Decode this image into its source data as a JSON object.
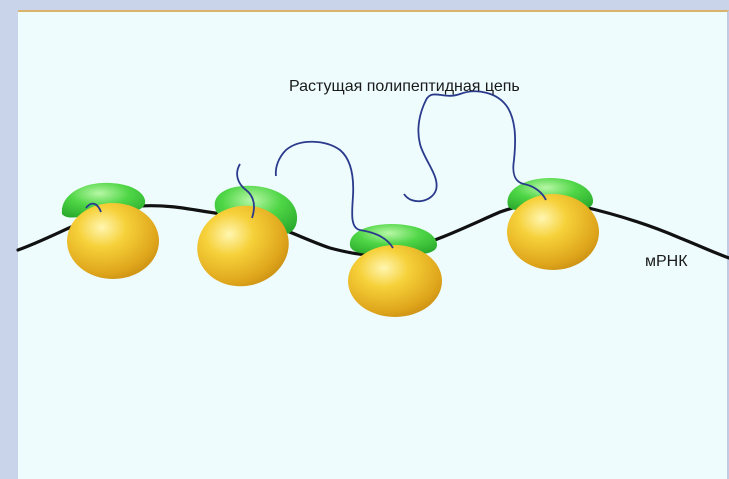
{
  "labels": {
    "growing_chain": "Растущая полипептидная цепь",
    "mrna": "мРНК"
  },
  "colors": {
    "background_outer": "#c9d3ea",
    "panel": "#eefcfd",
    "ribosome_large_subunit": "#e7b324",
    "ribosome_small_subunit": "#3fcf3a",
    "polypeptide": "#2a3a8c",
    "mrna": "#111111"
  },
  "ribosome_count": 4
}
